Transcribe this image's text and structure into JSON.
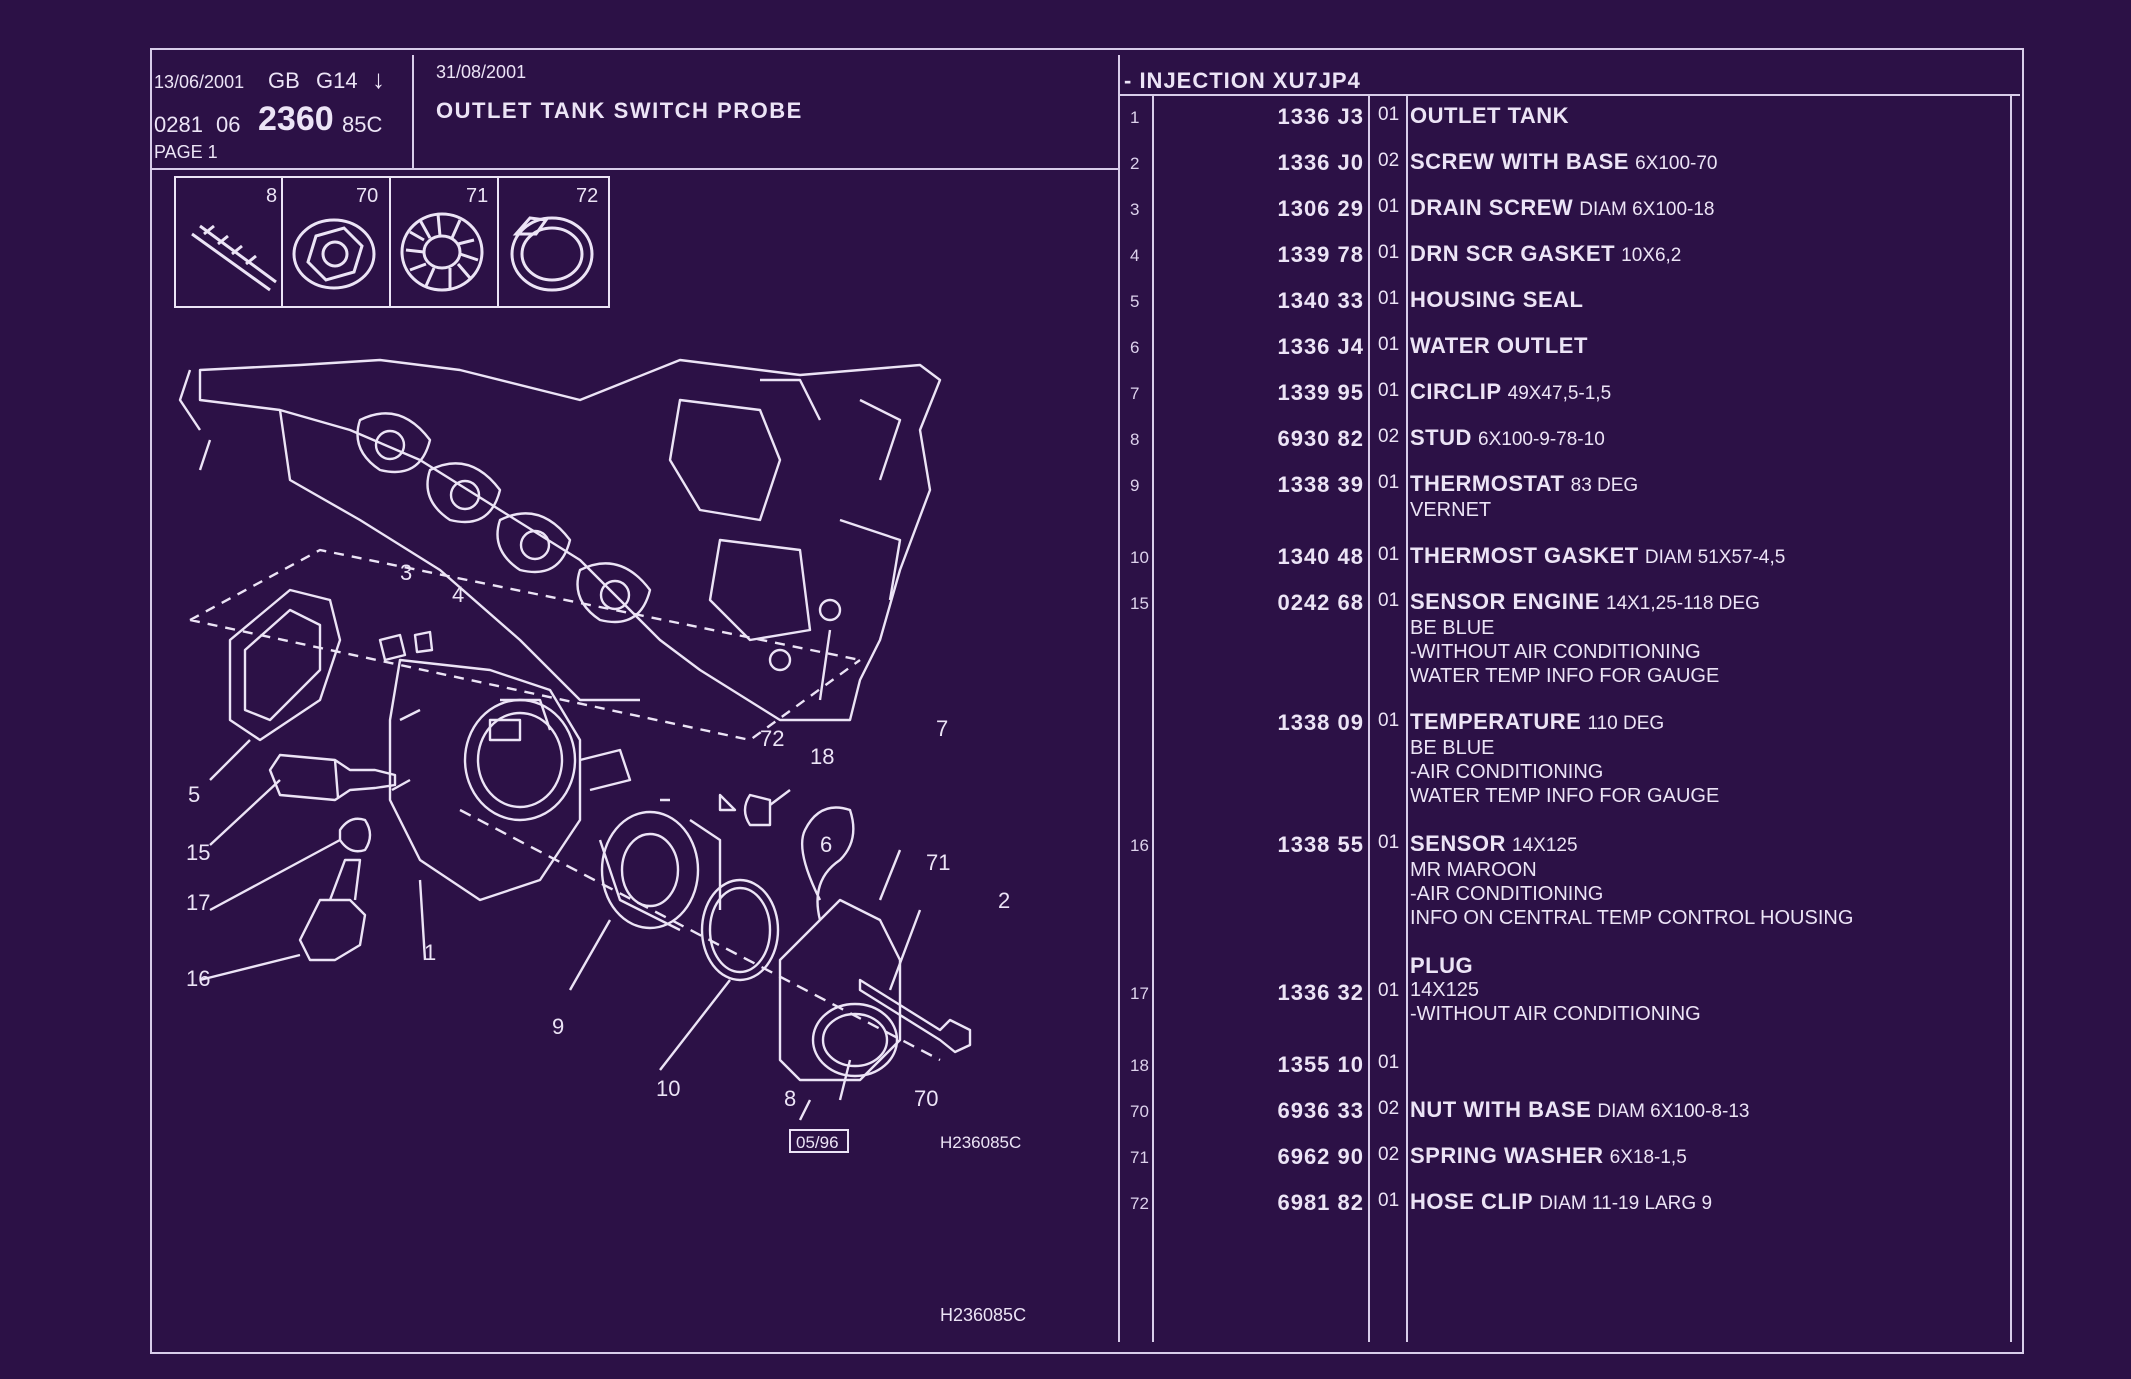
{
  "header": {
    "date1": "13/06/2001",
    "region": "GB",
    "group": "G14",
    "arrow": "↓",
    "code_a": "0281",
    "code_b": "06",
    "code_main": "2360",
    "code_suffix": "85C",
    "page": "PAGE 1",
    "date2": "31/08/2001",
    "title": "OUTLET TANK SWITCH PROBE",
    "section": "- INJECTION XU7JP4"
  },
  "thumbnails": [
    {
      "num": "8",
      "icon": "stud-icon"
    },
    {
      "num": "70",
      "icon": "nut-icon"
    },
    {
      "num": "71",
      "icon": "spring-washer-icon"
    },
    {
      "num": "72",
      "icon": "hose-clip-icon"
    }
  ],
  "diagram": {
    "callouts": [
      "3",
      "4",
      "5",
      "15",
      "17",
      "16",
      "1",
      "9",
      "10",
      "72",
      "18",
      "6",
      "7",
      "71",
      "2",
      "8",
      "70"
    ],
    "date_box": "05/96",
    "ref_code": "H236085C",
    "footer_code": "H236085C"
  },
  "parts": [
    {
      "idx": "1",
      "ref": "1336 J3",
      "qty": "01",
      "name": "OUTLET TANK",
      "spec": "",
      "lines": []
    },
    {
      "idx": "2",
      "ref": "1336 J0",
      "qty": "02",
      "name": "SCREW WITH BASE",
      "spec": "6X100-70",
      "lines": []
    },
    {
      "idx": "3",
      "ref": "1306 29",
      "qty": "01",
      "name": "DRAIN SCREW",
      "spec": "DIAM 6X100-18",
      "lines": []
    },
    {
      "idx": "4",
      "ref": "1339 78",
      "qty": "01",
      "name": "DRN SCR GASKET",
      "spec": "10X6,2",
      "lines": []
    },
    {
      "idx": "5",
      "ref": "1340 33",
      "qty": "01",
      "name": "HOUSING SEAL",
      "spec": "",
      "lines": []
    },
    {
      "idx": "6",
      "ref": "1336 J4",
      "qty": "01",
      "name": "WATER OUTLET",
      "spec": "",
      "lines": []
    },
    {
      "idx": "7",
      "ref": "1339 95",
      "qty": "01",
      "name": "CIRCLIP",
      "spec": "49X47,5-1,5",
      "lines": []
    },
    {
      "idx": "8",
      "ref": "6930 82",
      "qty": "02",
      "name": "STUD",
      "spec": "6X100-9-78-10",
      "lines": []
    },
    {
      "idx": "9",
      "ref": "1338 39",
      "qty": "01",
      "name": "THERMOSTAT",
      "spec": "83 DEG",
      "lines": [
        "VERNET"
      ]
    },
    {
      "idx": "10",
      "ref": "1340 48",
      "qty": "01",
      "name": "THERMOST GASKET",
      "spec": "DIAM 51X57-4,5",
      "lines": []
    },
    {
      "idx": "15",
      "ref": "0242 68",
      "qty": "01",
      "name": "SENSOR ENGINE",
      "spec": "14X1,25-118 DEG",
      "lines": [
        "BE BLUE",
        "-WITHOUT AIR CONDITIONING",
        "WATER TEMP INFO FOR GAUGE"
      ]
    },
    {
      "idx": "",
      "ref": "1338 09",
      "qty": "01",
      "name": "TEMPERATURE",
      "spec": "110 DEG",
      "lines": [
        "BE BLUE",
        "-AIR CONDITIONING",
        "WATER TEMP INFO FOR GAUGE"
      ]
    },
    {
      "idx": "16",
      "ref": "1338 55",
      "qty": "01",
      "name": "SENSOR",
      "spec": "14X125",
      "lines": [
        "MR MAROON",
        "-AIR CONDITIONING",
        "INFO ON CENTRAL TEMP CONTROL HOUSING"
      ]
    },
    {
      "idx": "17",
      "ref": "1336 32",
      "qty": "01",
      "name": "PLUG",
      "spec": "",
      "lines": [
        "14X125",
        "-WITHOUT AIR CONDITIONING"
      ]
    },
    {
      "idx": "18",
      "ref": "1355 10",
      "qty": "01",
      "name": "",
      "spec": "",
      "lines": []
    },
    {
      "idx": "70",
      "ref": "6936 33",
      "qty": "02",
      "name": "NUT WITH BASE",
      "spec": "DIAM 6X100-8-13",
      "lines": []
    },
    {
      "idx": "71",
      "ref": "6962 90",
      "qty": "02",
      "name": "SPRING WASHER",
      "spec": "6X18-1,5",
      "lines": []
    },
    {
      "idx": "72",
      "ref": "6981 82",
      "qty": "01",
      "name": "HOSE CLIP",
      "spec": "DIAM 11-19 LARG 9",
      "lines": []
    }
  ]
}
